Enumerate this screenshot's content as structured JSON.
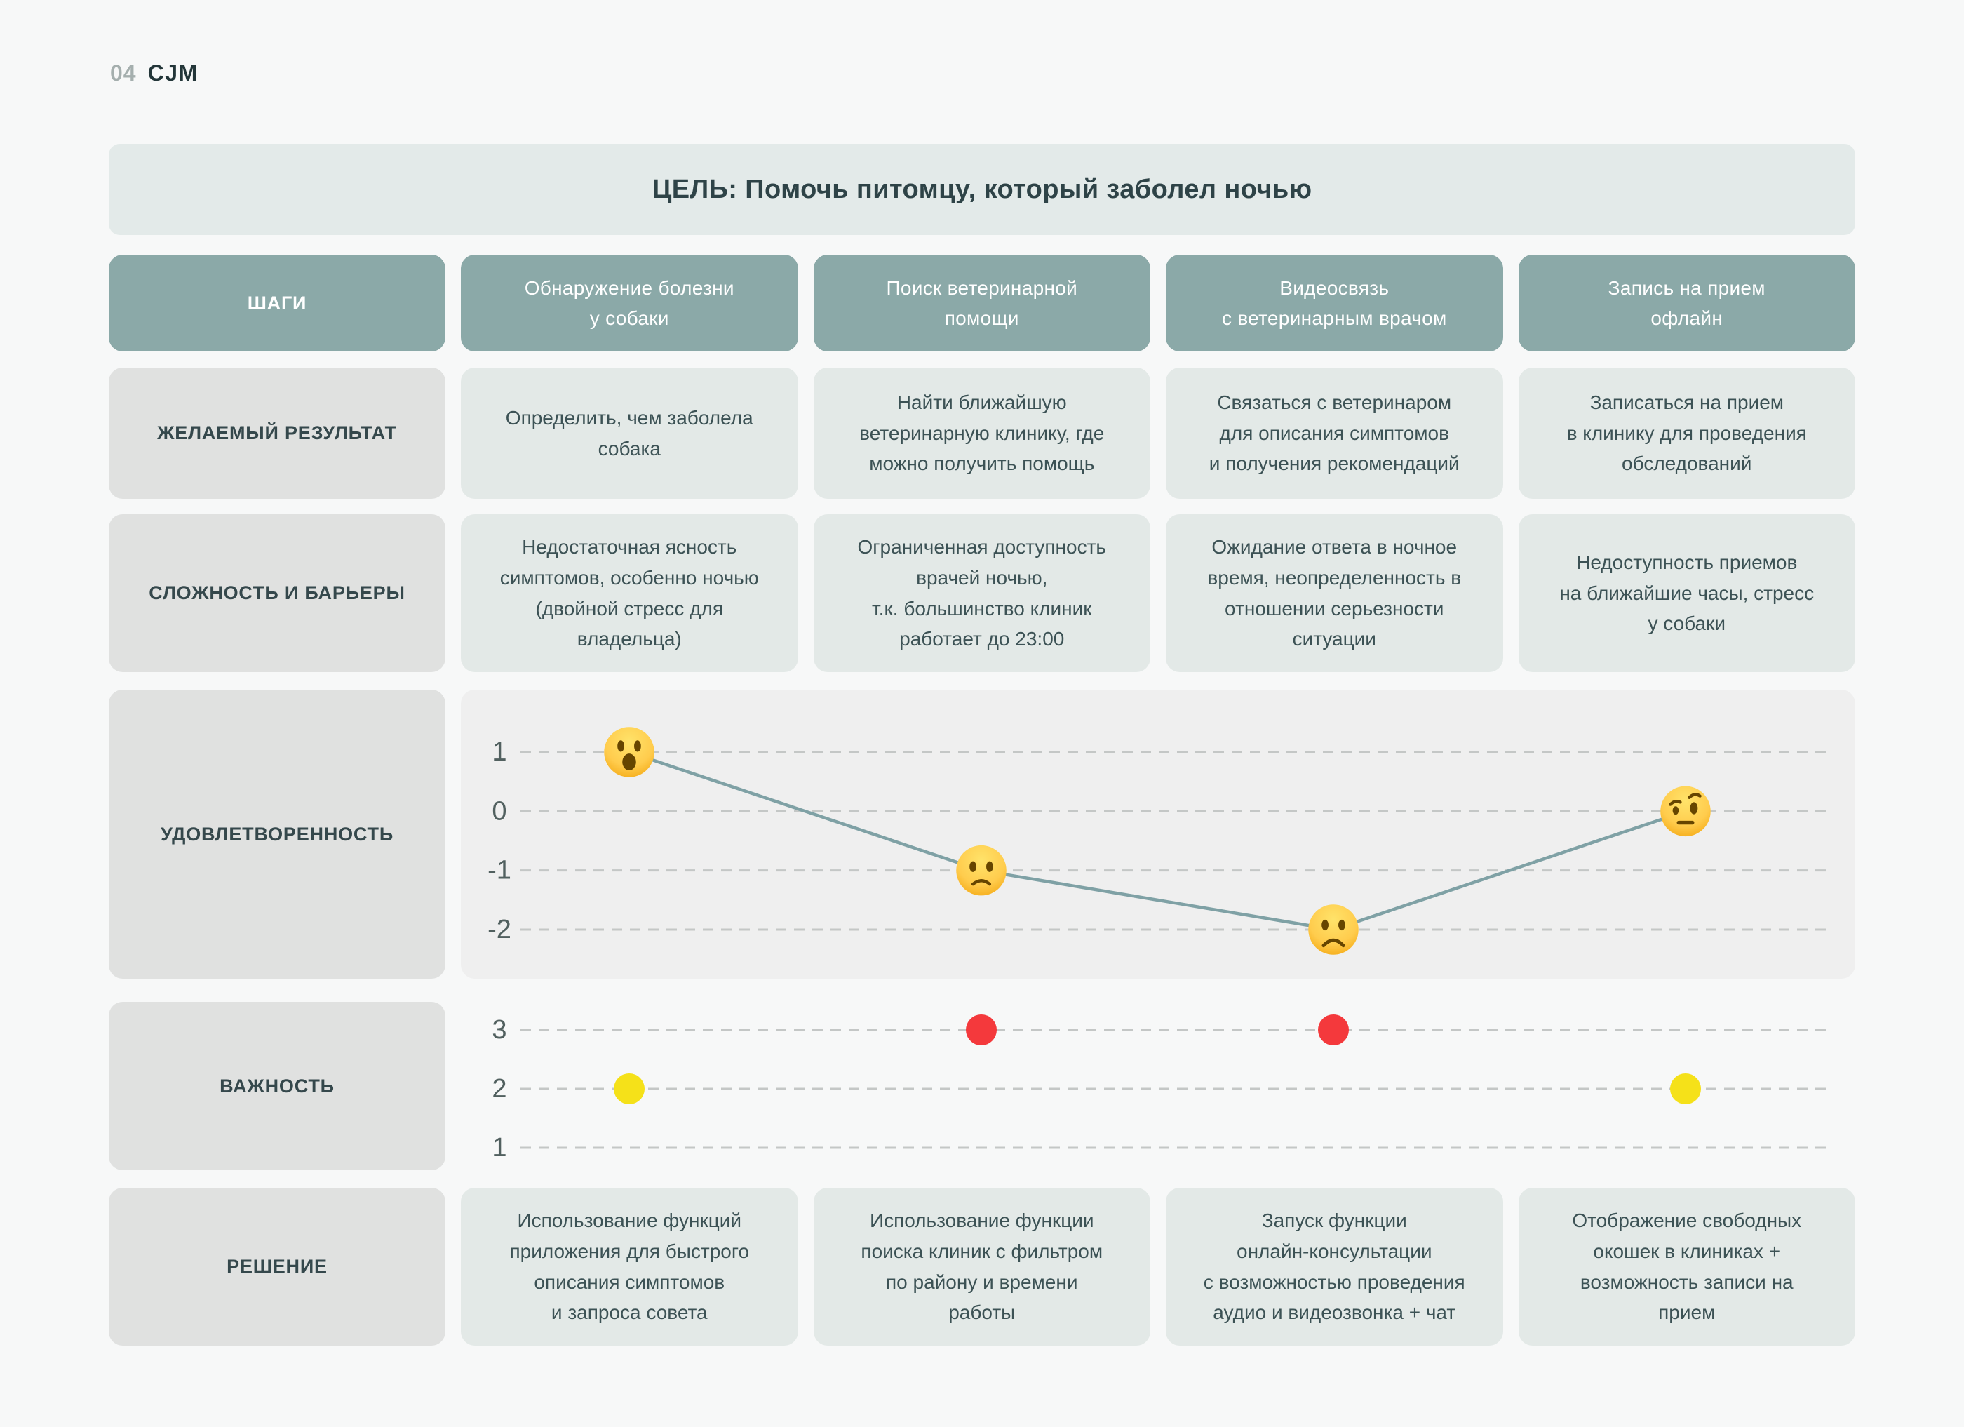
{
  "header": {
    "number": "04",
    "title": "CJM"
  },
  "goal": "ЦЕЛЬ: Помочь питомцу, который заболел ночью",
  "rows": {
    "steps": {
      "label": "ШАГИ",
      "cells": [
        "Обнаружение болезни\nу собаки",
        "Поиск ветеринарной\nпомощи",
        "Видеосвязь\nс ветеринарным врачом",
        "Запись на прием\nофлайн"
      ]
    },
    "desired_result": {
      "label": "ЖЕЛАЕМЫЙ РЕЗУЛЬТАТ",
      "cells": [
        "Определить, чем заболела\nсобака",
        "Найти ближайшую\nветеринарную клинику, где\nможно получить помощь",
        "Связаться с ветеринаром\nдля описания симптомов\nи получения рекомендаций",
        "Записаться на прием\nв клинику для проведения\nобследований"
      ]
    },
    "barriers": {
      "label": "СЛОЖНОСТЬ И БАРЬЕРЫ",
      "cells": [
        "Недостаточная ясность\nсимптомов, особенно ночью\n(двойной стресс для\nвладельца)",
        "Ограниченная доступность\nврачей ночью,\nт.к. большинство клиник\nработает до 23:00",
        "Ожидание ответа в ночное\nвремя, неопределенность в\nотношении серьезности\nситуации",
        "Недоступность приемов\nна ближайшие часы, стресс\nу собаки"
      ]
    },
    "satisfaction": {
      "label": "УДОВЛЕТВОРЕННОСТЬ"
    },
    "importance": {
      "label": "ВАЖНОСТЬ"
    },
    "solution": {
      "label": "РЕШЕНИЕ",
      "cells": [
        "Использование функций\nприложения для быстрого\nописания симптомов\nи запроса совета",
        "Использование функции\nпоиска клиник с фильтром\nпо району и времени\nработы",
        "Запуск функции\nонлайн-консультации\nс возможностью проведения\nаудио и видеозвонка + чат",
        "Отображение свободных\nокошек в клиниках +\nвозможность записи на\nприем"
      ]
    }
  },
  "chart_data": [
    {
      "type": "line",
      "title": "УДОВЛЕТВОРЕННОСТЬ",
      "categories": [
        "Обнаружение болезни у собаки",
        "Поиск ветеринарной помощи",
        "Видеосвязь с ветеринарным врачом",
        "Запись на прием офлайн"
      ],
      "values": [
        1,
        -1,
        -2,
        0
      ],
      "point_emojis": [
        "face-with-open-mouth",
        "slightly-frowning-face",
        "frowning-face",
        "face-with-raised-eyebrow"
      ],
      "yticks": [
        1,
        0,
        -1,
        -2
      ],
      "ylim": [
        -2,
        1
      ],
      "grid": "dashed-horizontal",
      "legend": "none",
      "line_color": "#7FA1A5"
    },
    {
      "type": "scatter",
      "title": "ВАЖНОСТЬ",
      "categories": [
        "Обнаружение болезни у собаки",
        "Поиск ветеринарной помощи",
        "Видеосвязь с ветеринарным врачом",
        "Запись на прием офлайн"
      ],
      "values": [
        2,
        3,
        3,
        2
      ],
      "point_colors": [
        "#F5E119",
        "#F4393C",
        "#F4393C",
        "#F5E119"
      ],
      "yticks": [
        3,
        2,
        1
      ],
      "ylim": [
        1,
        3
      ],
      "grid": "dashed-horizontal",
      "legend": "none"
    }
  ],
  "colors": {
    "page_bg": "#F7F8F8",
    "banner_bg": "#E3EAE9",
    "step_header_bg": "#8BA9A8",
    "label_cell_bg": "#E0E1E0",
    "data_cell_bg": "#E3E9E7",
    "chart_panel_bg": "#EFEFEF",
    "text_dark": "#2E4347",
    "tick_text": "#51605F",
    "gridline": "#C4C7C6",
    "satisfaction_line": "#7FA1A5",
    "dot_red": "#F4393C",
    "dot_yellow": "#F5E119"
  }
}
